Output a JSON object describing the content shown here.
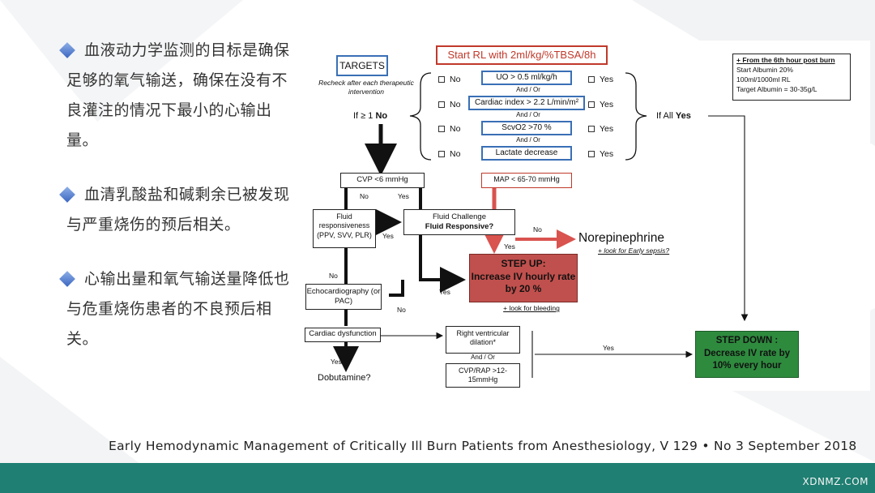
{
  "bullets": [
    {
      "text": "血液动力学监测的目标是确保足够的氧气输送，确保在没有不良灌注的情况下最小的心输出量。"
    },
    {
      "text": "血清乳酸盐和碱剩余已被发现与严重烧伤的预后相关。"
    },
    {
      "text": "心输出量和氧气输送量降低也与危重烧伤患者的不良预后相关。"
    }
  ],
  "flowchart": {
    "start": "Start RL with 2ml/kg/%TBSA/8h",
    "targets_title": "TARGETS",
    "targets_note": "Recheck after each therapeutic intervention",
    "checks": [
      "UO > 0.5 ml/kg/h",
      "Cardiac index > 2.2 L/min/m²",
      "ScvO2 >70 %",
      "Lactate decrease"
    ],
    "and_or": "And / Or",
    "check_no": "No",
    "check_yes": "Yes",
    "if_ge1_prefix": "If ≥ 1 ",
    "if_ge1_no": "No",
    "if_all_prefix": "If All ",
    "if_all_yes": "Yes",
    "albumin_title": "+ From the 6th hour post burn",
    "albumin_lines": [
      "Start Albumin 20%",
      "100ml/1000ml RL",
      "Target Albumin = 30-35g/L"
    ],
    "cvp": "CVP <6 mmHg",
    "map": "MAP < 65-70 mmHg",
    "fluid_resp": "Fluid responsiveness (PPV, SVV, PLR)",
    "fluid_challenge": "Fluid Challenge",
    "fluid_responsive_q": "Fluid Responsive?",
    "norepinephrine": "Norepinephrine",
    "early_sepsis": "+ look for Early sepsis?",
    "step_up_title": "STEP UP:",
    "step_up_body": "Increase IV hourly rate by 20 %",
    "bleeding": "+ look for bleeding",
    "echo": "Echocardiography (or PAC)",
    "cardiac_dys": "Cardiac dysfunction",
    "rv_dilation": "Right ventricular dilation*",
    "cvp_rap": "CVP/RAP >12-15mmHg",
    "dobutamine": "Dobutamine?",
    "step_down_title": "STEP DOWN :",
    "step_down_body": "Decrease IV rate by 10% every hour",
    "lbl_no": "No",
    "lbl_yes": "Yes"
  },
  "citation": "Early Hemodynamic Management of Critically Ill Burn Patients from Anesthesiology, V 129 • No 3 September 2018",
  "watermark": "XDNMZ.COM",
  "colors": {
    "footer": "#1f7f72",
    "step_up": "#c0504d",
    "step_down": "#2e8b3e",
    "red_arrow": "#d9534f",
    "blue_border": "#3a6fb5"
  }
}
